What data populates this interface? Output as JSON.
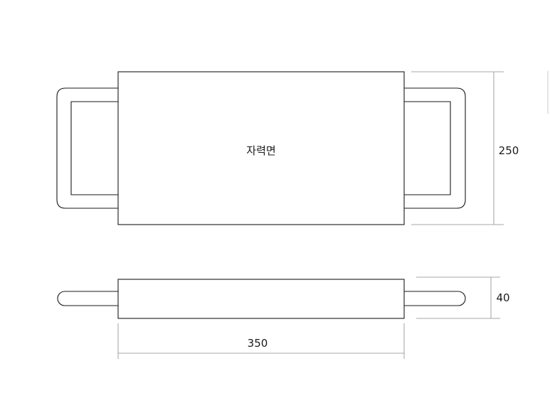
{
  "top_view": {
    "face_label": "자력면",
    "height_dimension": "250"
  },
  "side_view": {
    "thickness_dimension": "40",
    "width_dimension": "350"
  }
}
